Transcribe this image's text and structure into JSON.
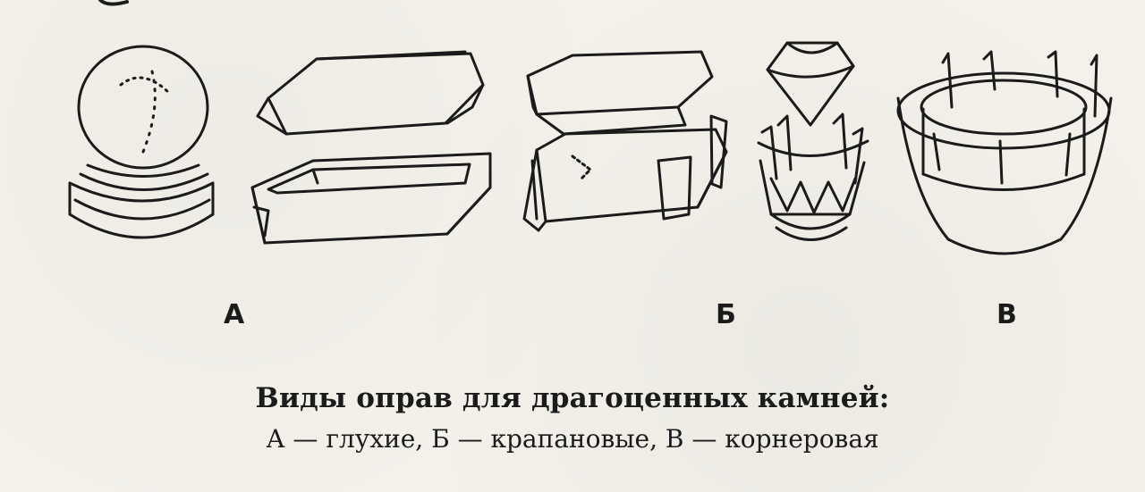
{
  "figure": {
    "labels": {
      "a": "А",
      "b": "Б",
      "c": "В"
    },
    "caption": {
      "title": "Виды оправ для драгоценных камней:",
      "subtitle": "А — глухие, Б — крапановые, В — корнеровая"
    },
    "colors": {
      "paper": "#f3f1ea",
      "ink": "#1b1b1b"
    },
    "items": [
      {
        "id": "bezel-round",
        "icon": "round-cabochon-in-bezel-setting"
      },
      {
        "id": "bezel-box",
        "icon": "rectangular-stone-in-box-setting"
      },
      {
        "id": "prong-rect",
        "icon": "rectangular-stone-in-prong-setting"
      },
      {
        "id": "prong-crown",
        "icon": "faceted-stone-in-crown-prong-setting"
      },
      {
        "id": "corner-round",
        "icon": "round-stone-in-corner-setting"
      }
    ]
  }
}
